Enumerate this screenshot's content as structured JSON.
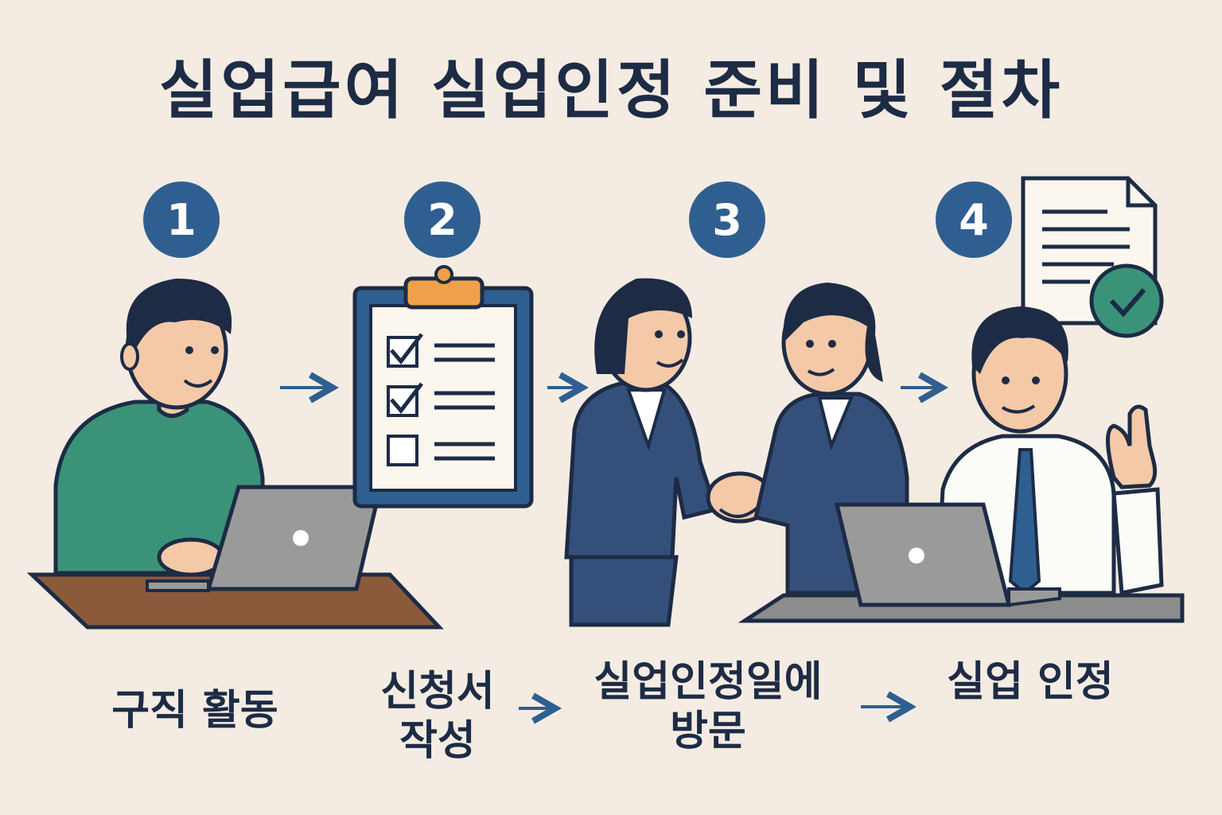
{
  "title": "실업급여 실업인정 준비 및 절차",
  "steps": [
    {
      "number": "1",
      "label_line1": "구직 활동",
      "label_line2": ""
    },
    {
      "number": "2",
      "label_line1": "신청서",
      "label_line2": "작성"
    },
    {
      "number": "3",
      "label_line1": "실업인정일에",
      "label_line2": "방문"
    },
    {
      "number": "4",
      "label_line1": "실업 인정",
      "label_line2": ""
    }
  ],
  "colors": {
    "background": "#f4ece2",
    "accent": "#2f5f91",
    "text": "#1d2b45",
    "sweater": "#3a9378",
    "suit": "#34507a",
    "check": "#3a9378",
    "clip": "#f0a04b"
  }
}
